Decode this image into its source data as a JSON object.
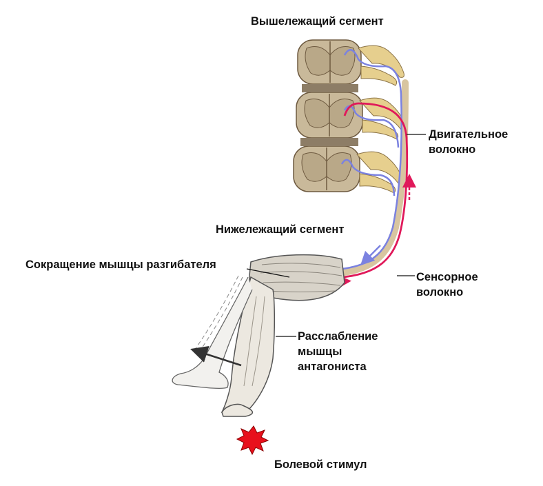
{
  "labels": {
    "upper_segment": "Вышележащий сегмент",
    "motor_fiber": [
      "Двигательное",
      "волокно"
    ],
    "lower_segment": "Нижележащий сегмент",
    "extensor_contraction": "Сокращение мышцы разгибателя",
    "sensory_fiber": [
      "Сенсорное",
      "волокно"
    ],
    "antagonist_relaxation": [
      "Расслабление",
      "мышцы",
      "антагониста"
    ],
    "pain_stimulus": "Болевой стимул"
  },
  "colors": {
    "motor_pathway": "#7b82e0",
    "sensory_pathway": "#e0195a",
    "stimulus": "#e8101c",
    "vertebra": "#c9b99a",
    "nerve_root": "#e6cf8e",
    "muscle": "#b0ada6",
    "skin_outline": "#555555"
  },
  "icons": {
    "stimulus_star": "burst-icon"
  }
}
